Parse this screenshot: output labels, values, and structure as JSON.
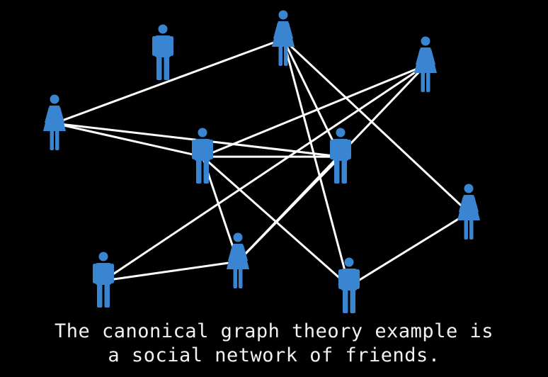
{
  "colors": {
    "background": "#000000",
    "person": "#3a85d2",
    "edge": "#ffffff",
    "caption": "#f2f2f2"
  },
  "caption": {
    "line1": "The canonical graph theory example is",
    "line2": "a social network of friends."
  },
  "graph": {
    "nodes": [
      {
        "id": "p1",
        "gender": "male"
      },
      {
        "id": "p2",
        "gender": "female"
      },
      {
        "id": "p3",
        "gender": "female"
      },
      {
        "id": "p4",
        "gender": "female"
      },
      {
        "id": "p5",
        "gender": "male"
      },
      {
        "id": "p6",
        "gender": "male"
      },
      {
        "id": "p7",
        "gender": "female"
      },
      {
        "id": "p8",
        "gender": "male"
      },
      {
        "id": "p9",
        "gender": "female"
      },
      {
        "id": "p10",
        "gender": "male"
      }
    ],
    "edges": [
      [
        "p2",
        "p3"
      ],
      [
        "p2",
        "p5"
      ],
      [
        "p2",
        "p6"
      ],
      [
        "p3",
        "p6"
      ],
      [
        "p3",
        "p10"
      ],
      [
        "p3",
        "p7"
      ],
      [
        "p4",
        "p5"
      ],
      [
        "p4",
        "p8"
      ],
      [
        "p4",
        "p9"
      ],
      [
        "p5",
        "p6"
      ],
      [
        "p5",
        "p9"
      ],
      [
        "p5",
        "p10"
      ],
      [
        "p6",
        "p9"
      ],
      [
        "p7",
        "p10"
      ],
      [
        "p8",
        "p9"
      ]
    ]
  }
}
